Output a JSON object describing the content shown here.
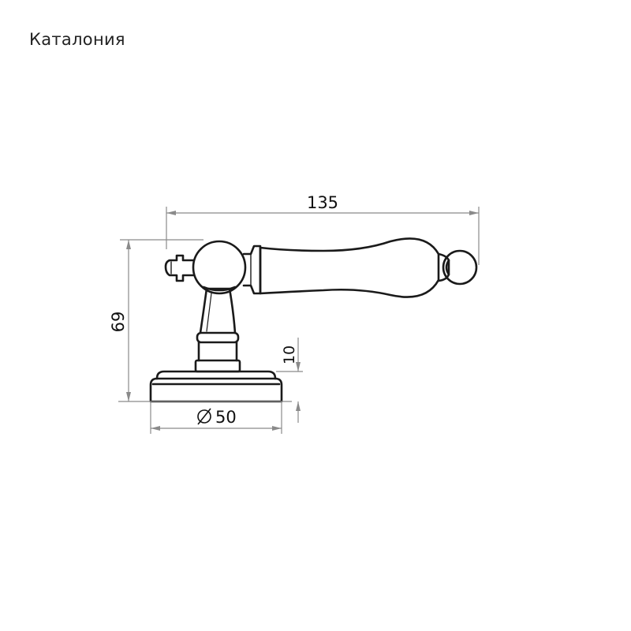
{
  "title": "Каталония",
  "dimensions": {
    "length": "135",
    "height": "69",
    "rose_thickness": "10",
    "rose_diameter": "50",
    "diameter_symbol": "⌀"
  },
  "colors": {
    "outline": "#1a1a1a",
    "dimension_line": "#8a8a8a",
    "text": "#111111"
  }
}
